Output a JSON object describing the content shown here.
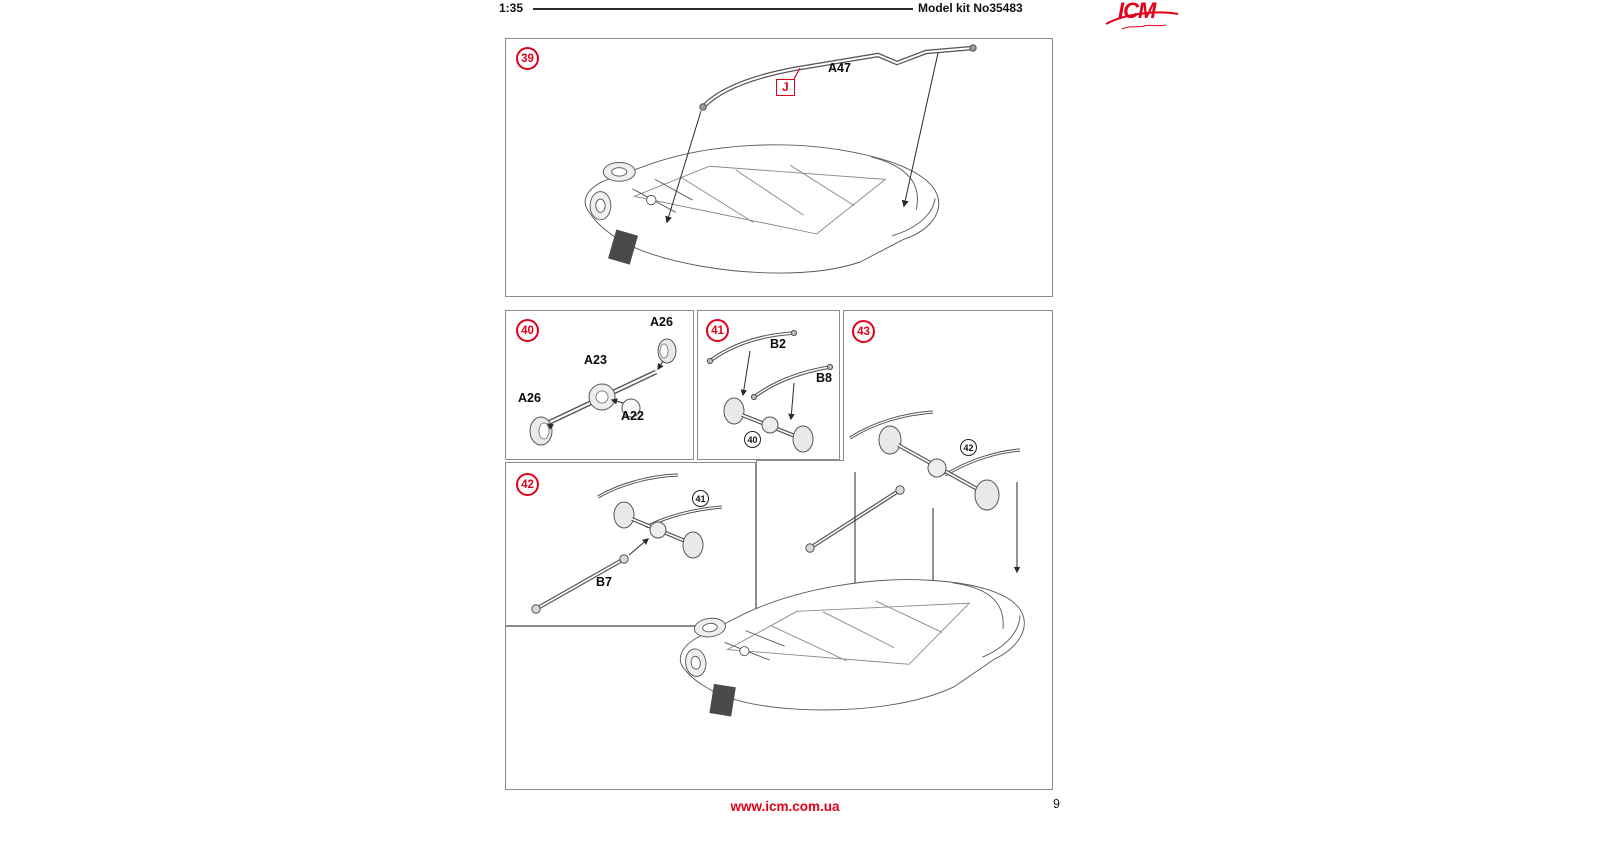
{
  "colors": {
    "accent": "#e2001a",
    "line": "#333333"
  },
  "header": {
    "scale": "1:35",
    "kit_number": "Model kit No35483",
    "logo_text": "ICM"
  },
  "footer": {
    "website": "www.icm.com.ua",
    "page_number": "9"
  },
  "steps": {
    "s39": {
      "number": "39",
      "labels": {
        "a47": "A47",
        "j": "J"
      }
    },
    "s40": {
      "number": "40",
      "labels": {
        "a26_top": "A26",
        "a23": "A23",
        "a26_left": "A26",
        "a22": "A22"
      }
    },
    "s41": {
      "number": "41",
      "labels": {
        "b2": "B2",
        "b8": "B8"
      },
      "ref": "40"
    },
    "s42": {
      "number": "42",
      "labels": {
        "b7": "B7"
      },
      "ref": "41"
    },
    "s43": {
      "number": "43",
      "ref": "42"
    }
  }
}
